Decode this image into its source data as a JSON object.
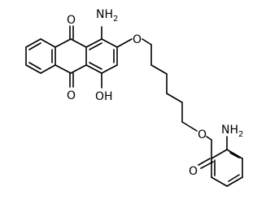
{
  "molecule": {
    "atoms": {
      "quinone_o_top": "O",
      "quinone_o_bottom": "O",
      "amine_top_main": "NH",
      "amine_top_sub": "2",
      "ether_o": "O",
      "hydroxyl": "OH",
      "ester_o_single": "O",
      "ester_o_double": "O",
      "amine_bottom_main": "NH",
      "amine_bottom_sub": "2"
    }
  }
}
